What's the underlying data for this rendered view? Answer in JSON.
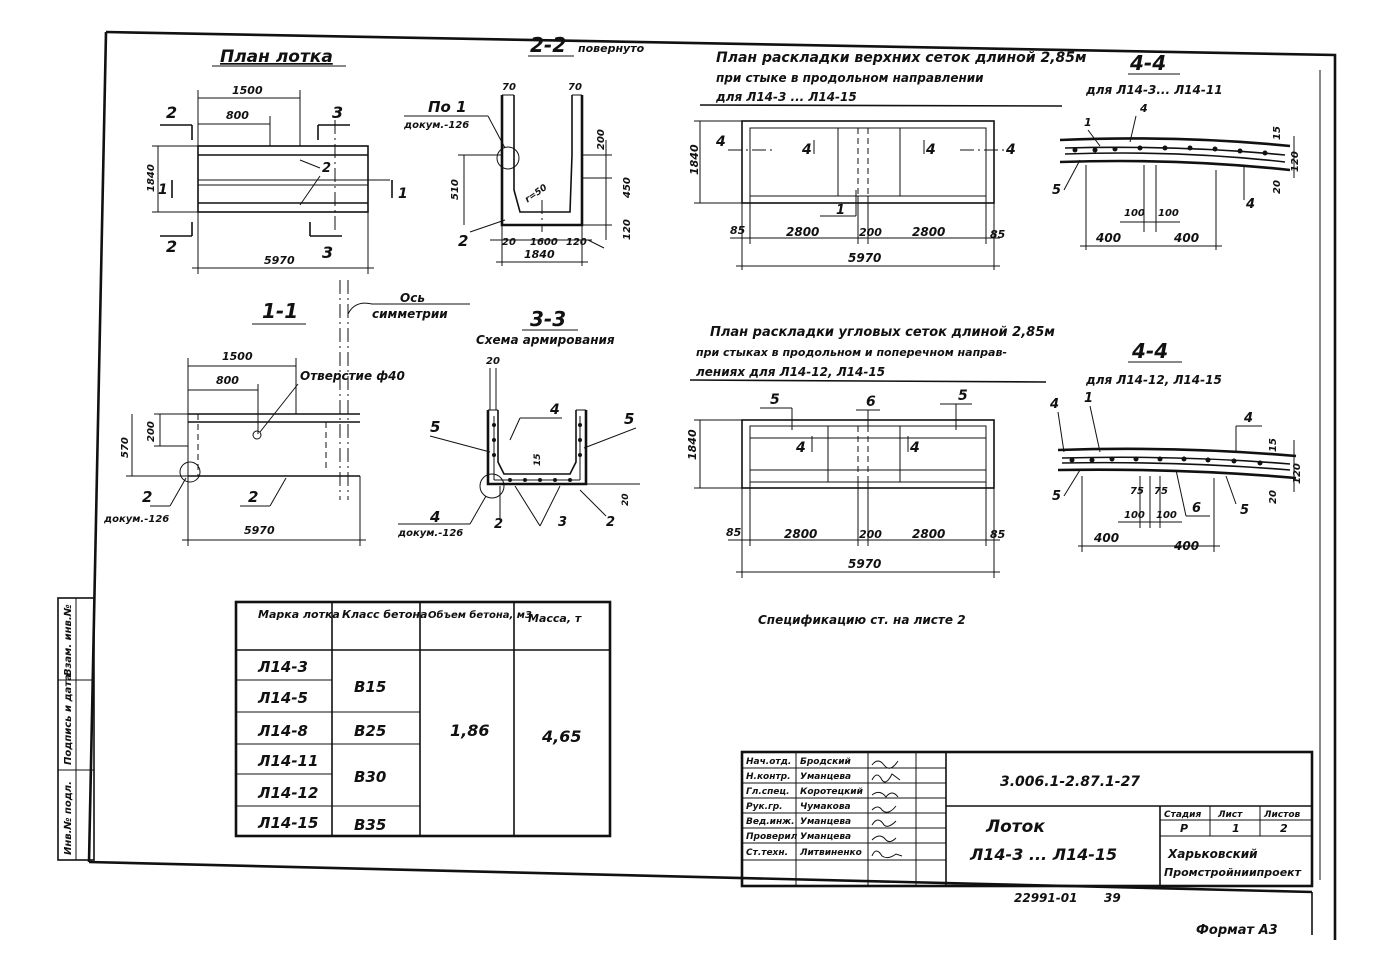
{
  "plan": {
    "title": "План лотка",
    "d_1500": "1500",
    "d_800": "800",
    "d_1840": "1840",
    "d_5970": "5970",
    "sec2": "2",
    "sec3": "3",
    "sec1": "1",
    "leader": "2"
  },
  "s22": {
    "title": "2-2",
    "note": "повернуто",
    "pos": "По 1",
    "doc": "докум.-126",
    "d_70a": "70",
    "d_70b": "70",
    "d_200": "200",
    "d_510": "510",
    "d_450": "450",
    "d_120r": "120",
    "d_r50": "r=50",
    "d_20": "20",
    "d_1600": "1600",
    "d_120b": "120",
    "d_1840": "1840",
    "lbl2": "2"
  },
  "upper": {
    "line1": "План раскладки верхних сеток длиной 2,85м",
    "line2": "при стыке в продольном направлении",
    "line3": "для Л14-3 ... Л14-15",
    "d_1840": "1840",
    "d_85a": "85",
    "d_2800a": "2800",
    "d_200": "200",
    "d_2800b": "2800",
    "d_85b": "85",
    "d_5970": "5970",
    "s4l": "4",
    "s4r": "4",
    "mark4a": "4",
    "mark4b": "4",
    "lbl1": "1"
  },
  "s44a": {
    "title": "4-4",
    "sub": "для Л14-3... Л14-11",
    "lbl1": "1",
    "lbl4": "4",
    "lbl5": "5",
    "lbl4b": "4",
    "d_15": "15",
    "d_120": "120",
    "d_20": "20",
    "d_100a": "100",
    "d_100b": "100",
    "d_400a": "400",
    "d_400b": "400"
  },
  "s11": {
    "title": "1-1",
    "axis": "Ось",
    "axis2": "симметрии",
    "d_1500": "1500",
    "d_800": "800",
    "hole": "Отверстие ф40",
    "d_200": "200",
    "d_570": "570",
    "d_5970": "5970",
    "lbl2a": "2",
    "lbl2b": "2",
    "doc": "докум.-126"
  },
  "s33": {
    "title": "3-3",
    "sub": "Схема армирования",
    "d_20": "20",
    "lbl4": "4",
    "lbl5l": "5",
    "lbl5r": "5",
    "lbl15": "15",
    "lbl4b": "4",
    "doc": "докум.-126",
    "lbl2a": "2",
    "lbl3": "3",
    "lbl2b": "2",
    "d_20b": "20"
  },
  "corner": {
    "line1": "План раскладки угловых сеток длиной 2,85м",
    "line2": "при стыках в продольном и поперечном направ-",
    "line3": "лениях  для Л14-12, Л14-15",
    "d_1840": "1840",
    "lbl5a": "5",
    "lbl6": "6",
    "lbl5b": "5",
    "mark4a": "4",
    "mark4b": "4",
    "d_85a": "85",
    "d_2800a": "2800",
    "d_200": "200",
    "d_2800b": "2800",
    "d_85b": "85",
    "d_5970": "5970"
  },
  "s44b": {
    "title": "4-4",
    "sub": "для Л14-12, Л14-15",
    "lbl4a": "4",
    "lbl1": "1",
    "lbl4b": "4",
    "lbl5a": "5",
    "lbl6": "6",
    "lbl5b": "5",
    "d_15": "15",
    "d_120": "120",
    "d_20": "20",
    "d_75a": "75",
    "d_75b": "75",
    "d_100a": "100",
    "d_100b": "100",
    "d_400a": "400",
    "d_400b": "400"
  },
  "spec_note": "Спецификацию ст. на листе 2",
  "table": {
    "headers": [
      "Марка лотка",
      "Класс бетона",
      "Объем бетона, м3",
      "Масса, т"
    ],
    "marks": [
      "Л14-3",
      "Л14-5",
      "Л14-8",
      "Л14-11",
      "Л14-12",
      "Л14-15"
    ],
    "classes": [
      "В15",
      "В25",
      "В30",
      "В35"
    ],
    "volume": "1,86",
    "mass": "4,65"
  },
  "stamp": {
    "roles": [
      "Нач.отд.",
      "Н.контр.",
      "Гл.спец.",
      "Рук.гр.",
      "Вед.инж.",
      "Проверил",
      "Ст.техн."
    ],
    "names": [
      "Бродский",
      "Уманцева",
      "Коротецкий",
      "Чумакова",
      "Уманцева",
      "Уманцева",
      "Литвиненко"
    ],
    "code": "3.006.1-2.87.1-27",
    "title1": "Лоток",
    "title2": "Л14-3 ... Л14-15",
    "hdr_stage": "Стадия",
    "hdr_sheet": "Лист",
    "hdr_sheets": "Листов",
    "stage": "Р",
    "sheet": "1",
    "sheets": "2",
    "org1": "Харьковский",
    "org2": "Промстройниипроект",
    "inv": "22991-01",
    "page": "39",
    "format": "Формат А3"
  },
  "side": {
    "c1": "Инв.№ подл.",
    "c2": "Подпись и дата",
    "c3": "Взам. инв.№"
  }
}
